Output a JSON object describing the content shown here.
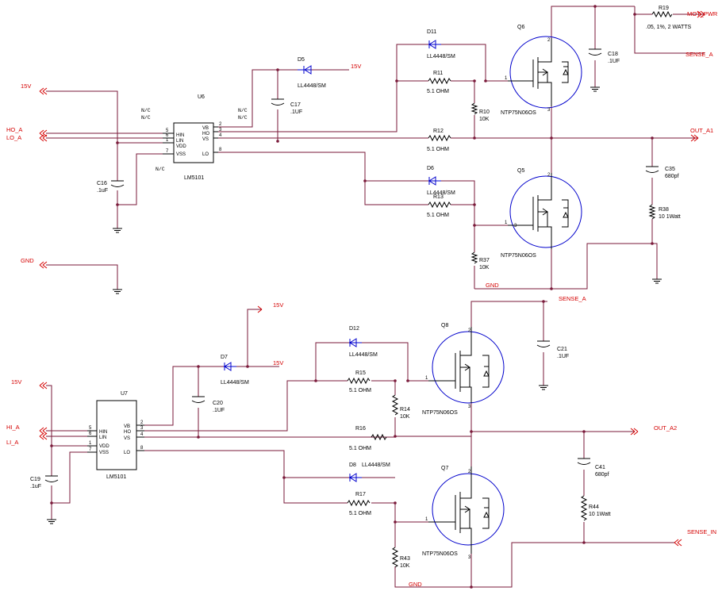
{
  "nets": {
    "v15_a": "15V",
    "ho_a": "HO_A",
    "lo_a": "LO_A",
    "gnd_a": "GND",
    "v15_d5": "15V",
    "mot_pwr": "MOT_PWR",
    "sense_a_top": "SENSE_A",
    "out_a1": "OUT_A1",
    "gnd_mid": "GND",
    "v15_d7a": "15V",
    "v15_d7b": "15V",
    "v15_b": "15V",
    "hi_a": "HI_A",
    "li_a": "LI_A",
    "sense_a_bot": "SENSE_A",
    "out_a2": "OUT_A2",
    "sense_in": "SENSE_IN",
    "gnd_bot": "GND"
  },
  "chips": {
    "u6": {
      "ref": "U6",
      "part": "LM5101",
      "left_pins": [
        {
          "num": "5",
          "name": "HIN"
        },
        {
          "num": "6",
          "name": "LIN"
        },
        {
          "num": "1",
          "name": "VDD"
        },
        {
          "num": "7",
          "name": "VSS"
        }
      ],
      "right_pins": [
        {
          "num": "2",
          "name": "VB"
        },
        {
          "num": "3",
          "name": "HO"
        },
        {
          "num": "4",
          "name": "VS"
        },
        {
          "num": "8",
          "name": "LO"
        }
      ]
    },
    "u7": {
      "ref": "U7",
      "part": "LM5101",
      "left_pins": [
        {
          "num": "5",
          "name": "HIN"
        },
        {
          "num": "6",
          "name": "LIN"
        },
        {
          "num": "1",
          "name": "VDD"
        },
        {
          "num": "7",
          "name": "VSS"
        }
      ],
      "right_pins": [
        {
          "num": "2",
          "name": "VB"
        },
        {
          "num": "3",
          "name": "HO"
        },
        {
          "num": "4",
          "name": "VS"
        },
        {
          "num": "8",
          "name": "LO"
        }
      ]
    }
  },
  "nc": {
    "nc1": "N/C",
    "nc2": "N/C",
    "nc3": "N/C",
    "nc4": "N/C",
    "nc5": "N/C"
  },
  "mosfets": {
    "q6": {
      "ref": "Q6",
      "part": "NTP75N06OS"
    },
    "q5": {
      "ref": "Q5",
      "part": "NTP75N06OS"
    },
    "q8": {
      "ref": "Q8",
      "part": "NTP75N06OS"
    },
    "q7": {
      "ref": "Q7",
      "part": "NTP75N06OS"
    }
  },
  "pins": {
    "g": "1",
    "d": "2",
    "s": "3"
  },
  "diodes": {
    "d5": {
      "ref": "D5",
      "part": "LL4448/SM"
    },
    "d11": {
      "ref": "D11",
      "part": "LL4448/SM"
    },
    "d6": {
      "ref": "D6",
      "part": "LL4448/SM"
    },
    "d7": {
      "ref": "D7",
      "part": "LL4448/SM"
    },
    "d12": {
      "ref": "D12",
      "part": "LL4448/SM"
    },
    "d8": {
      "ref": "D8",
      "part": "LL4448/SM"
    }
  },
  "resistors": {
    "r19": {
      "ref": "R19",
      "value": ".05, 1%, 2 WATTS"
    },
    "r11": {
      "ref": "R11",
      "value": "5.1 OHM"
    },
    "r10": {
      "ref": "R10",
      "value": "10K"
    },
    "r12": {
      "ref": "R12",
      "value": "5.1 OHM"
    },
    "r13": {
      "ref": "R13",
      "value": "5.1 OHM"
    },
    "r37": {
      "ref": "R37",
      "value": "10K"
    },
    "r38": {
      "ref": "R38",
      "value": "10 1Watt"
    },
    "r15": {
      "ref": "R15",
      "value": "5.1 OHM"
    },
    "r14": {
      "ref": "R14",
      "value": "10K"
    },
    "r16": {
      "ref": "R16",
      "value": "5.1 OHM"
    },
    "r17": {
      "ref": "R17",
      "value": "5.1 OHM"
    },
    "r43": {
      "ref": "R43",
      "value": "10K"
    },
    "r44": {
      "ref": "R44",
      "value": "10 1Watt"
    }
  },
  "capacitors": {
    "c16": {
      "ref": "C16",
      "value": ".1uF"
    },
    "c17": {
      "ref": "C17",
      "value": ".1UF"
    },
    "c18": {
      "ref": "C18",
      "value": ".1UF"
    },
    "c35": {
      "ref": "C35",
      "value": "680pf"
    },
    "c20": {
      "ref": "C20",
      "value": ".1UF"
    },
    "c19": {
      "ref": "C19",
      "value": ".1uF"
    },
    "c21": {
      "ref": "C21",
      "value": ".1UF"
    },
    "c41": {
      "ref": "C41",
      "value": "680pf"
    }
  },
  "colors": {
    "wire": "#7a1a3a",
    "net_label": "#d40000",
    "diode": "#0000cc",
    "part": "#000000"
  }
}
